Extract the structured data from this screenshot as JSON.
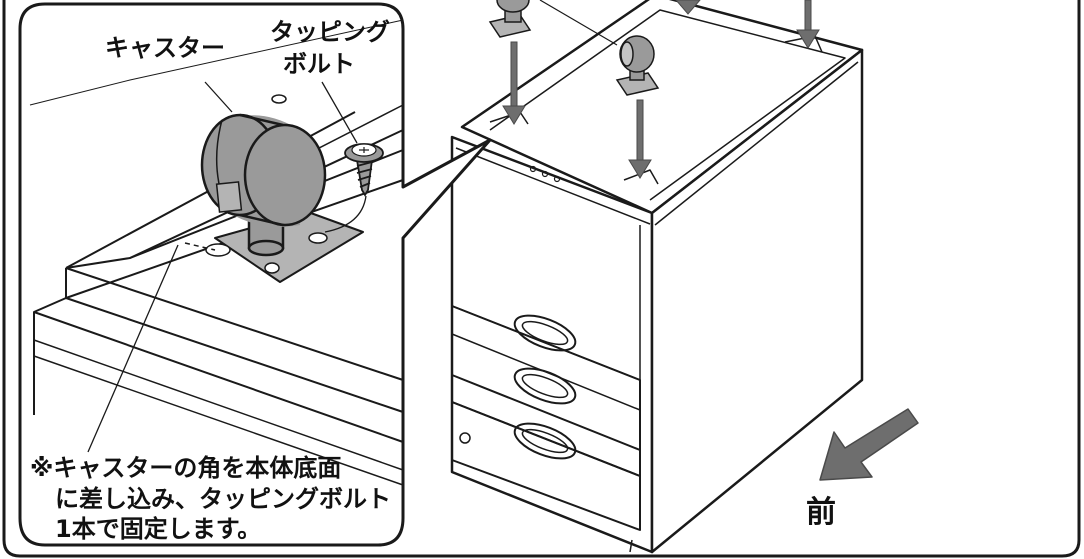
{
  "figure": {
    "caster_label": "キャスター",
    "bolt_label_line1": "タッピング",
    "bolt_label_line2": "ボルト",
    "note_line1": "※キャスターの角を本体底面",
    "note_line2": "に差し込み、タッピングボルト",
    "note_line3": "1本で固定します。",
    "front_label": "前"
  },
  "colors": {
    "line": "#1a1a1a",
    "caster_gray": "#9a9a9a",
    "plate_gray": "#b4b4b4",
    "arrow_gray": "#6e6e6e",
    "background": "#ffffff"
  }
}
